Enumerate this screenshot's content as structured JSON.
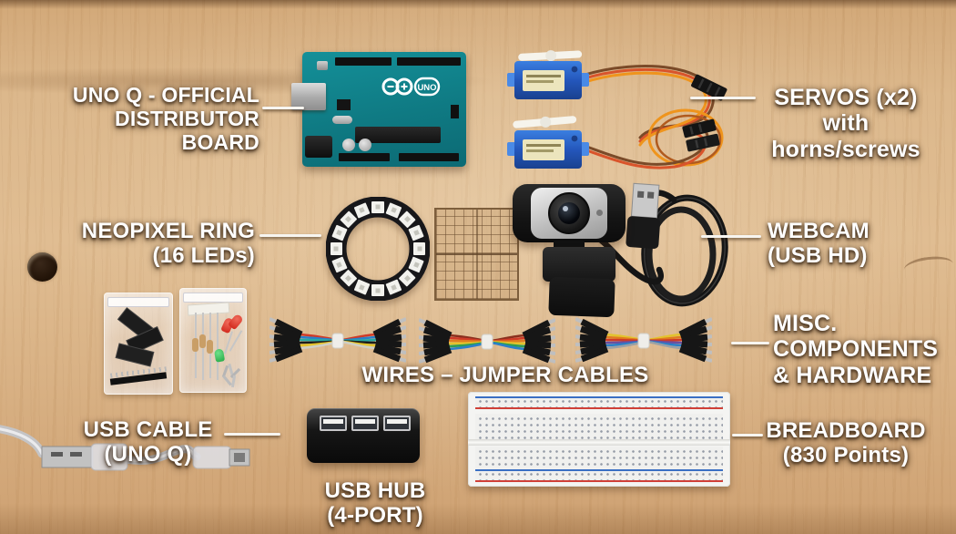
{
  "labels": {
    "uno_board": {
      "line1": "UNO Q - OFFICIAL",
      "line2": "DISTRIBUTOR BOARD"
    },
    "servos": {
      "line1": "SERVOS (x2)",
      "line2": "with horns/screws"
    },
    "neopixel": {
      "line1": "NEOPIXEL RING",
      "line2": "(16 LEDs)"
    },
    "webcam": {
      "line1": "WEBCAM",
      "line2": "(USB HD)"
    },
    "misc": {
      "line1": "MISC.",
      "line2": "COMPONENTS",
      "line3": "& HARDWARE"
    },
    "wires": {
      "line1": "WIRES – JUMPER CABLES"
    },
    "usb_cable": {
      "line1": "USB CABLE",
      "line2": "(UNO Q)"
    },
    "usb_hub": {
      "line1": "USB HUB",
      "line2": "(4-PORT)"
    },
    "breadboard": {
      "line1": "BREADBOARD",
      "line2": "(830 Points)"
    }
  },
  "board": {
    "logo_text": "UNO"
  },
  "colors": {
    "wood": "#d9b285",
    "label_text": "#ffffff",
    "arduino_teal": "#107c84",
    "servo_blue": "#2a64c8",
    "neopixel_black": "#17171a",
    "servo_wire_orange": "#ef941c",
    "breadboard_white": "#f4f4f2",
    "rail_red": "#d04038",
    "rail_blue": "#3a6fc4"
  }
}
